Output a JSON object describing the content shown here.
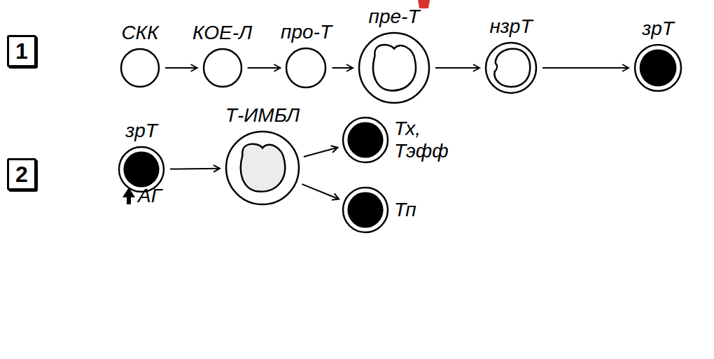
{
  "diagram": {
    "nodes": [
      {
        "text": [
          "1"
        ]
      },
      {
        "text": [
          "СКК"
        ]
      },
      {
        "text": [
          "КОЕ-Л"
        ]
      },
      {
        "text": [
          "про-Т"
        ]
      },
      {
        "text": [
          "пре-Т"
        ]
      },
      {
        "text": [
          "нзрТ"
        ]
      },
      {
        "text": [
          "зрТ"
        ]
      },
      {
        "text": [
          "2"
        ]
      },
      {
        "text": [
          "зрТ"
        ]
      },
      {
        "text": [
          "Т-ИМБЛ"
        ]
      },
      {
        "text": [
          "Тх,",
          "Тэфф"
        ]
      },
      {
        "text": [
          "Тп"
        ]
      }
    ],
    "edges": [
      {
        "from": 1,
        "to": 2,
        "arrow": "to"
      },
      {
        "from": 2,
        "to": 3,
        "arrow": "to"
      },
      {
        "from": 3,
        "to": 4,
        "arrow": "to"
      },
      {
        "from": 4,
        "to": 5,
        "arrow": "to"
      },
      {
        "from": 5,
        "to": 6,
        "arrow": "to"
      },
      {
        "from": 8,
        "to": 9,
        "arrow": "to"
      },
      {
        "from": 9,
        "to": 10,
        "arrow": "to"
      },
      {
        "from": 9,
        "to": 11,
        "arrow": "to"
      }
    ],
    "labels": [
      "АГ"
    ]
  }
}
